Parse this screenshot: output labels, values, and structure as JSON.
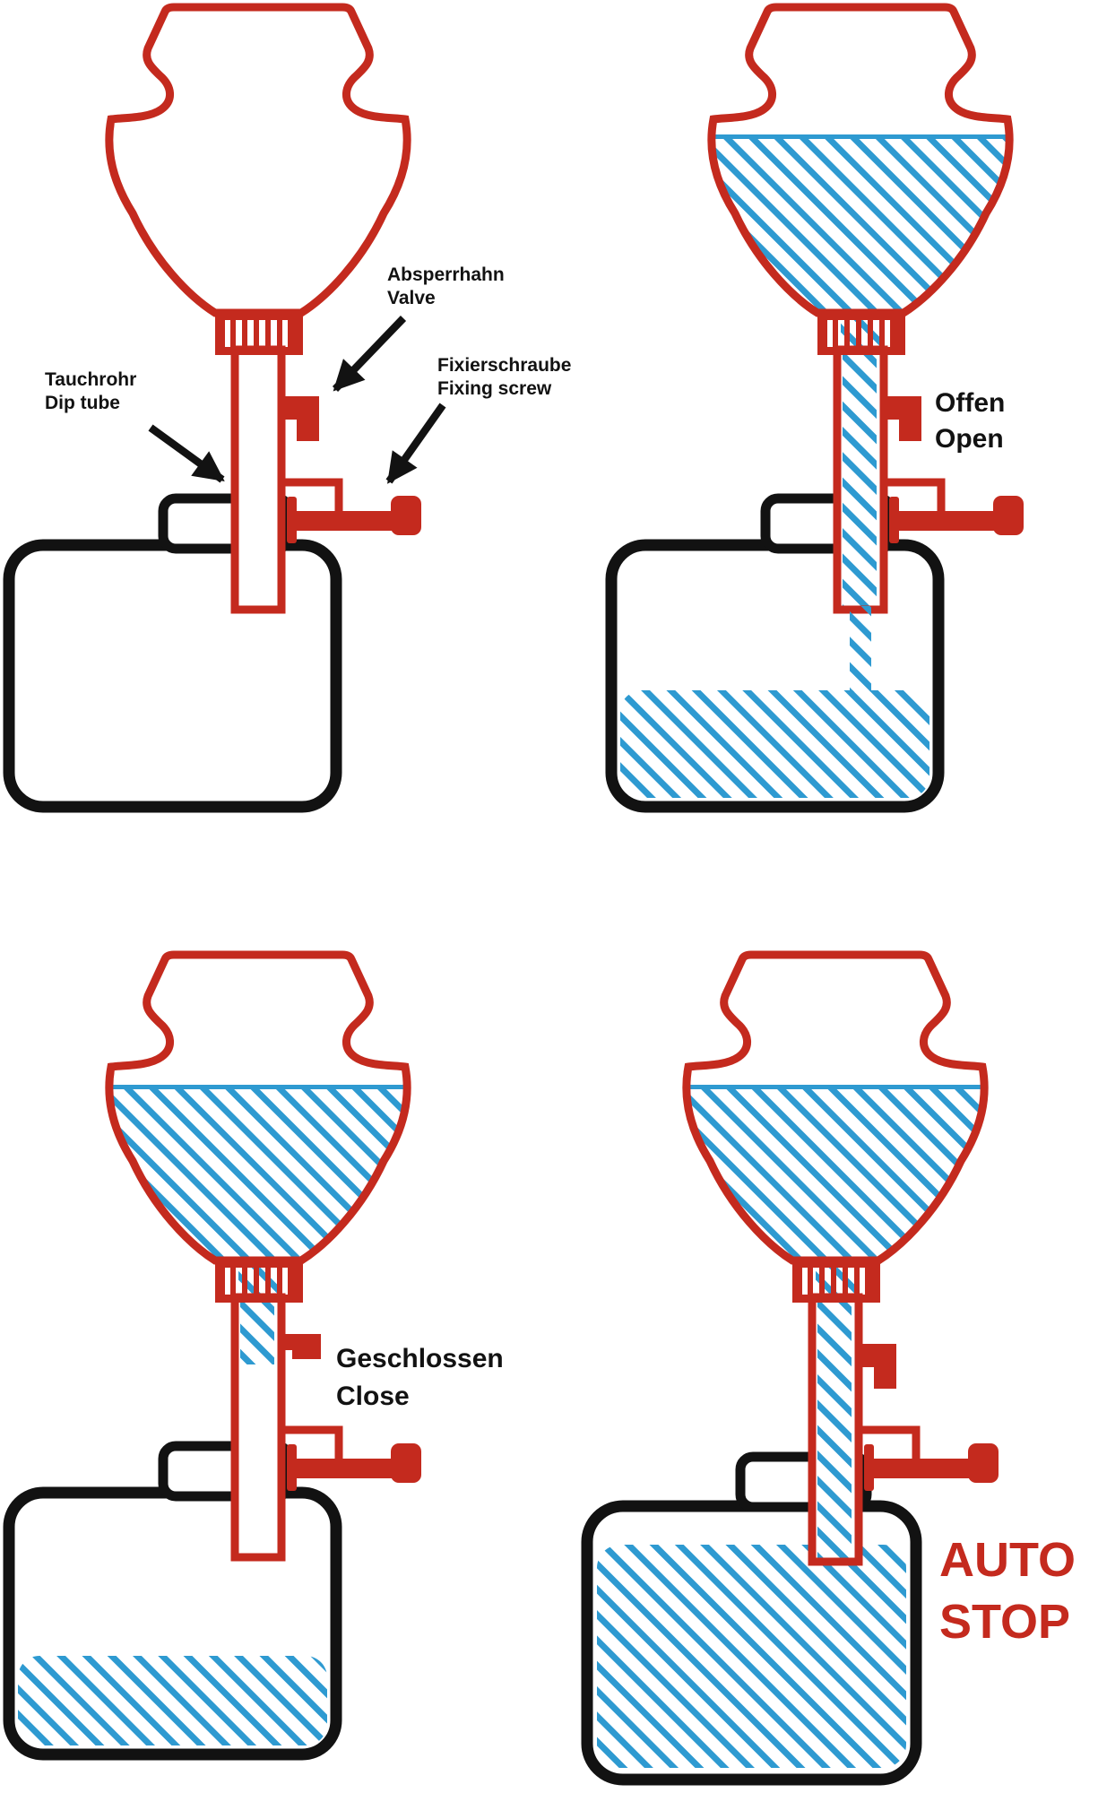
{
  "title": "Funnel auto-stop filling instruction diagram",
  "colors": {
    "red": "#c42a1e",
    "blue": "#2e9ad1",
    "black": "#121212",
    "background": "#ffffff"
  },
  "panel_top_left": {
    "label_valve_de": "Absperrhahn",
    "label_valve_en": "Valve",
    "label_dip_tube_de": "Tauchrohr",
    "label_dip_tube_en": "Dip tube",
    "label_fixing_screw_de": "Fixierschraube",
    "label_fixing_screw_en": "Fixing screw"
  },
  "panel_top_right": {
    "state_de": "Offen",
    "state_en": "Open"
  },
  "panel_bottom_left": {
    "state_de": "Geschlossen",
    "state_en": "Close"
  },
  "panel_bottom_right": {
    "state_line1": "AUTO",
    "state_line2": "STOP"
  }
}
